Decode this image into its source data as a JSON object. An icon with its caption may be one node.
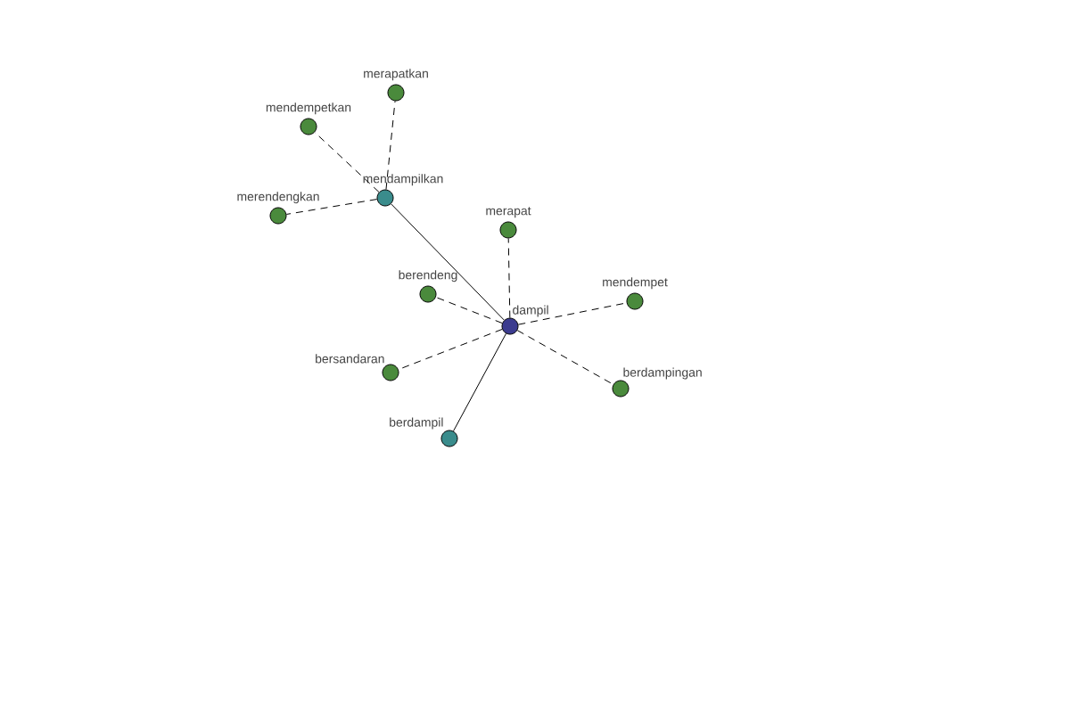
{
  "diagram": {
    "nodes": [
      {
        "text": [
          "dampil"
        ]
      },
      {
        "text": [
          "mendampilkan"
        ]
      },
      {
        "text": [
          "berdampil"
        ]
      },
      {
        "text": [
          "merapatkan"
        ]
      },
      {
        "text": [
          "mendempetkan"
        ]
      },
      {
        "text": [
          "merendengkan"
        ]
      },
      {
        "text": [
          "merapat"
        ]
      },
      {
        "text": [
          "berendeng"
        ]
      },
      {
        "text": [
          "mendempet"
        ]
      },
      {
        "text": [
          "bersandaran"
        ]
      },
      {
        "text": [
          "berdampingan"
        ]
      }
    ],
    "edges": [
      {
        "from": 0,
        "to": 1,
        "arrow": "none"
      },
      {
        "from": 0,
        "to": 2,
        "arrow": "none"
      },
      {
        "from": 1,
        "to": 3,
        "arrow": "none",
        "style": "dashed"
      },
      {
        "from": 1,
        "to": 4,
        "arrow": "none",
        "style": "dashed"
      },
      {
        "from": 1,
        "to": 5,
        "arrow": "none",
        "style": "dashed"
      },
      {
        "from": 0,
        "to": 6,
        "arrow": "none",
        "style": "dashed"
      },
      {
        "from": 0,
        "to": 7,
        "arrow": "none",
        "style": "dashed"
      },
      {
        "from": 0,
        "to": 8,
        "arrow": "none",
        "style": "dashed"
      },
      {
        "from": 0,
        "to": 9,
        "arrow": "none",
        "style": "dashed"
      },
      {
        "from": 0,
        "to": 10,
        "arrow": "none",
        "style": "dashed"
      }
    ]
  }
}
